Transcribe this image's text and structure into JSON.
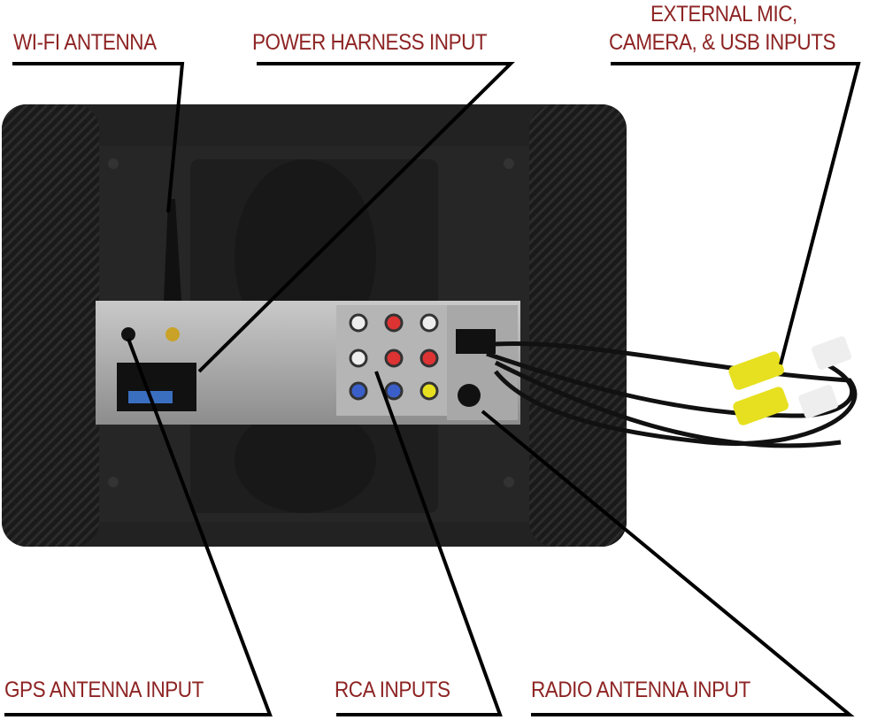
{
  "labels": {
    "wifi": "WI-FI ANTENNA",
    "power": "POWER HARNESS INPUT",
    "external_line1": "EXTERNAL MIC,",
    "external_line2": "CAMERA, & USB INPUTS",
    "gps": "GPS ANTENNA INPUT",
    "rca": "RCA INPUTS",
    "radio": "RADIO ANTENNA INPUT"
  },
  "colors": {
    "label": "#8e2424",
    "device": "#1c1c1c",
    "rca_yellow": "#e6e020"
  }
}
